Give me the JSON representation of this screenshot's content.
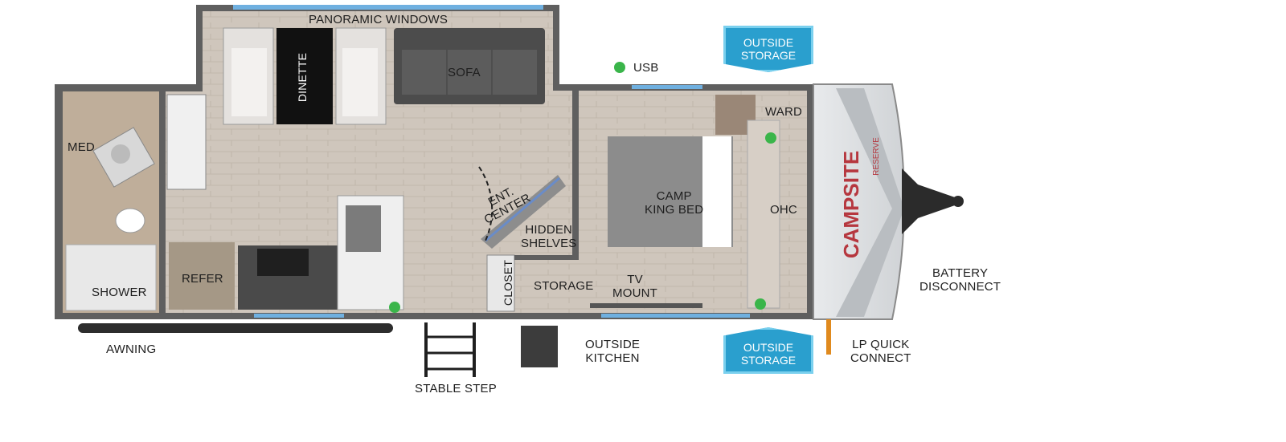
{
  "labels": {
    "panoramic_windows": "PANORAMIC WINDOWS",
    "dinette": "DINETTE",
    "sofa": "SOFA",
    "usb": "USB",
    "med": "MED",
    "ent_center_line1": "ENT.",
    "ent_center_line2": "CENTER",
    "hidden_shelves_line1": "HIDDEN",
    "hidden_shelves_line2": "SHELVES",
    "camp_king_bed_line1": "CAMP",
    "camp_king_bed_line2": "KING BED",
    "ward": "WARD",
    "ohc": "OHC",
    "refer": "REFER",
    "shower": "SHOWER",
    "closet": "CLOSET",
    "storage": "STORAGE",
    "tv_mount_line1": "TV",
    "tv_mount_line2": "MOUNT",
    "battery_disconnect_line1": "BATTERY",
    "battery_disconnect_line2": "DISCONNECT",
    "outside_kitchen_line1": "OUTSIDE",
    "outside_kitchen_line2": "KITCHEN",
    "lp_quick_connect_line1": "LP QUICK",
    "lp_quick_connect_line2": "CONNECT",
    "awning": "AWNING",
    "stable_step": "STABLE STEP",
    "outside_storage_top_line1": "OUTSIDE",
    "outside_storage_top_line2": "STORAGE",
    "outside_storage_bottom_line1": "OUTSIDE",
    "outside_storage_bottom_line2": "STORAGE"
  },
  "brand": {
    "logo_text": "CAMPSITE",
    "logo_sub": "RESERVE"
  },
  "colors": {
    "wall": "#5d5d5d",
    "floor": "#c9bfb4",
    "window": "#6fb0e0",
    "storage_badge": "#2a9fce",
    "usb_dot": "#3ab54a",
    "logo_red": "#b6373f"
  }
}
